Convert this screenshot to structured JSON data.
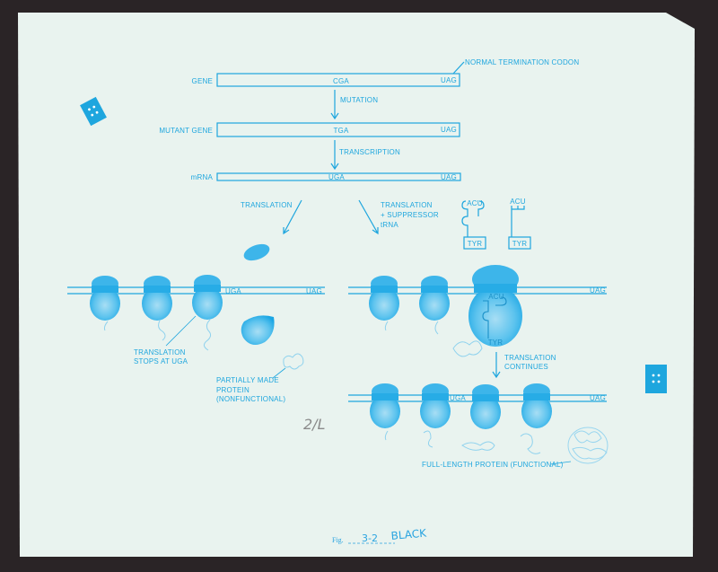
{
  "colors": {
    "ink": "#1ea6de",
    "paper": "#e9f3ef",
    "background": "#2a2426"
  },
  "top": {
    "gene_label": "GENE",
    "gene_codon": "CGA",
    "gene_stop": "UAG",
    "normal_termination": "NORMAL TERMINATION CODON",
    "mutation": "MUTATION",
    "mutant_label": "MUTANT GENE",
    "mutant_codon": "TGA",
    "mutant_stop": "UAG",
    "transcription": "TRANSCRIPTION",
    "mrna_label": "mRNA",
    "mrna_codon": "UGA",
    "mrna_stop": "UAG"
  },
  "left": {
    "translation": "TRANSLATION",
    "codon": "UGA",
    "stop": "UAG",
    "stops_line1": "TRANSLATION",
    "stops_line2": "STOPS AT UGA",
    "partial_line1": "PARTIALLY MADE",
    "partial_line2": "PROTEIN",
    "partial_line3": "(NONFUNCTIONAL)",
    "pencil_note": "2/L"
  },
  "right": {
    "translation_line1": "TRANSLATION",
    "translation_line2": "+ SUPPRESSOR",
    "translation_line3": "tRNA",
    "trna1_anticodon": "ACU",
    "trna1_aa": "TYR",
    "trna2_anticodon": "ACU",
    "trna2_aa": "TYR",
    "ribosome_anticodon": "ACU",
    "ribosome_aa": "TYR",
    "stop_top": "UAG",
    "continues_line1": "TRANSLATION",
    "continues_line2": "CONTINUES",
    "codon_bottom": "UGA",
    "stop_bottom": "UAG",
    "full_length": "FULL-LENGTH PROTEIN (FUNCTIONAL)"
  },
  "footer": {
    "fig_prefix": "Fig.",
    "fig_number": "3-2",
    "fig_note": "BLACK"
  }
}
